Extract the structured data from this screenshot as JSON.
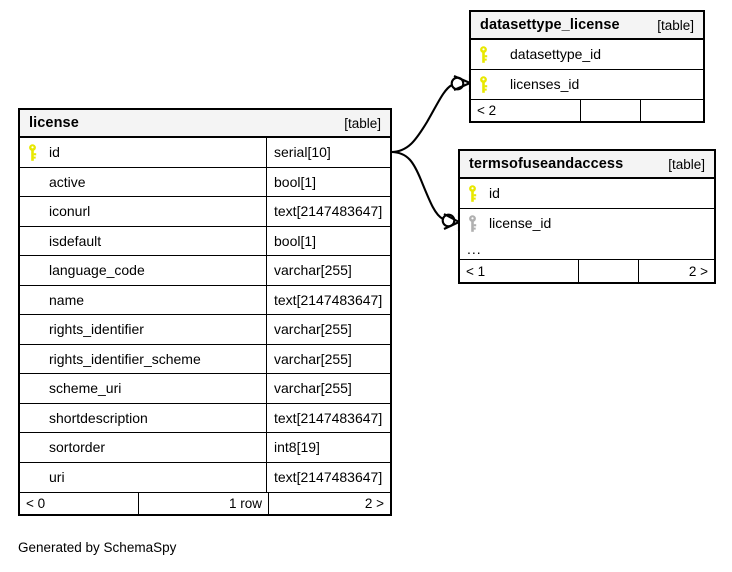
{
  "caption": "Generated by SchemaSpy",
  "table_tag": "[table]",
  "colors": {
    "primary_key": "#e8e800",
    "foreign_key": "#b0b0b0",
    "header_bg": "#f4f4f4",
    "border": "#000000",
    "background": "#ffffff"
  },
  "tables": [
    {
      "id": "license",
      "name": "license",
      "tag": "[table]",
      "columns": [
        {
          "key": "primary",
          "name": "id",
          "type": "serial[10]"
        },
        {
          "key": "none",
          "name": "active",
          "type": "bool[1]"
        },
        {
          "key": "none",
          "name": "iconurl",
          "type": "text[2147483647]"
        },
        {
          "key": "none",
          "name": "isdefault",
          "type": "bool[1]"
        },
        {
          "key": "none",
          "name": "language_code",
          "type": "varchar[255]"
        },
        {
          "key": "none",
          "name": "name",
          "type": "text[2147483647]"
        },
        {
          "key": "none",
          "name": "rights_identifier",
          "type": "varchar[255]"
        },
        {
          "key": "none",
          "name": "rights_identifier_scheme",
          "type": "varchar[255]"
        },
        {
          "key": "none",
          "name": "scheme_uri",
          "type": "varchar[255]"
        },
        {
          "key": "none",
          "name": "shortdescription",
          "type": "text[2147483647]"
        },
        {
          "key": "none",
          "name": "sortorder",
          "type": "int8[19]"
        },
        {
          "key": "none",
          "name": "uri",
          "type": "text[2147483647]"
        }
      ],
      "footer": {
        "left": "< 0",
        "middle": "1 row",
        "right": "2 >"
      }
    },
    {
      "id": "datasettype_license",
      "name": "datasettype_license",
      "tag": "[table]",
      "columns": [
        {
          "key": "primary",
          "name": "datasettype_id",
          "type": ""
        },
        {
          "key": "primary",
          "name": "licenses_id",
          "type": ""
        }
      ],
      "footer": {
        "left": "< 2",
        "middle": "",
        "right": ""
      }
    },
    {
      "id": "termsofuseandaccess",
      "name": "termsofuseandaccess",
      "tag": "[table]",
      "columns": [
        {
          "key": "primary",
          "name": "id",
          "type": ""
        },
        {
          "key": "foreign",
          "name": "license_id",
          "type": ""
        }
      ],
      "more_row": "...",
      "footer": {
        "left": "< 1",
        "middle": "",
        "right": "2 >"
      }
    }
  ],
  "relationships": [
    {
      "from": "license.id",
      "to": "datasettype_license.licenses_id",
      "from_cardinality": "one",
      "to_cardinality": "zero-or-many"
    },
    {
      "from": "license.id",
      "to": "termsofuseandaccess.license_id",
      "from_cardinality": "one",
      "to_cardinality": "zero-or-many"
    }
  ]
}
